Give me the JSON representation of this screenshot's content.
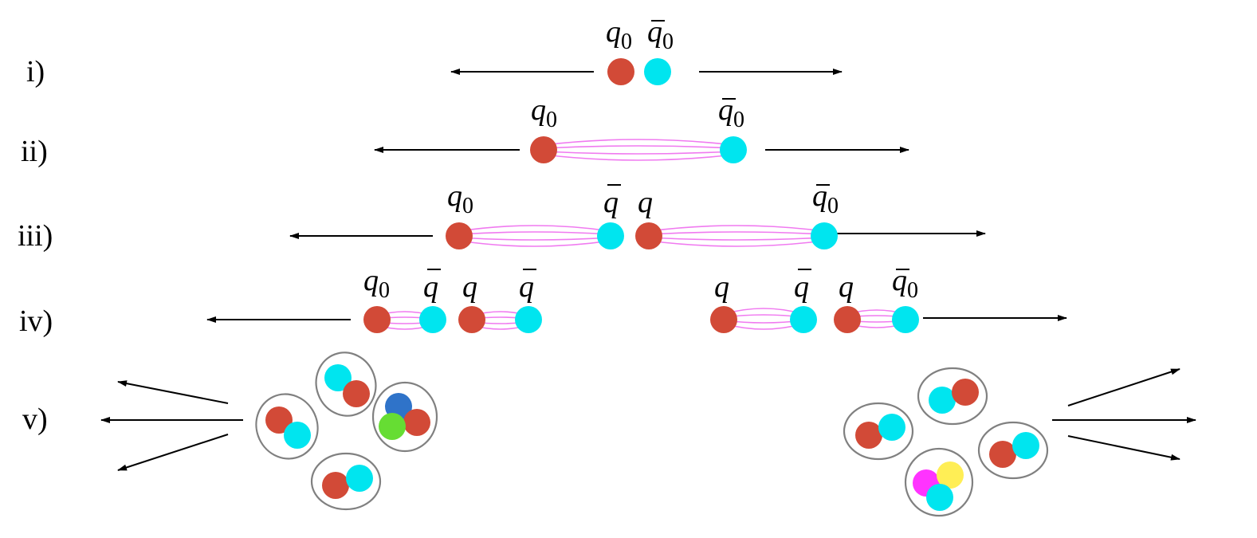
{
  "rows": {
    "r1": {
      "label": "i)"
    },
    "r2": {
      "label": "ii)"
    },
    "r3": {
      "label": "iii)"
    },
    "r4": {
      "label": "iv)"
    },
    "r5": {
      "label": "v)"
    }
  },
  "symbols": {
    "q": "q",
    "zero": "0"
  },
  "colors": {
    "quark": "#d24a37",
    "antiquark": "#00e5ef",
    "string": "#f07af0",
    "hadron_outline": "#808080",
    "baryon_blue": "#2f73c9",
    "baryon_green": "#66dd33",
    "antibaryon_magenta": "#ff33ff",
    "antibaryon_yellow": "#ffee55"
  }
}
